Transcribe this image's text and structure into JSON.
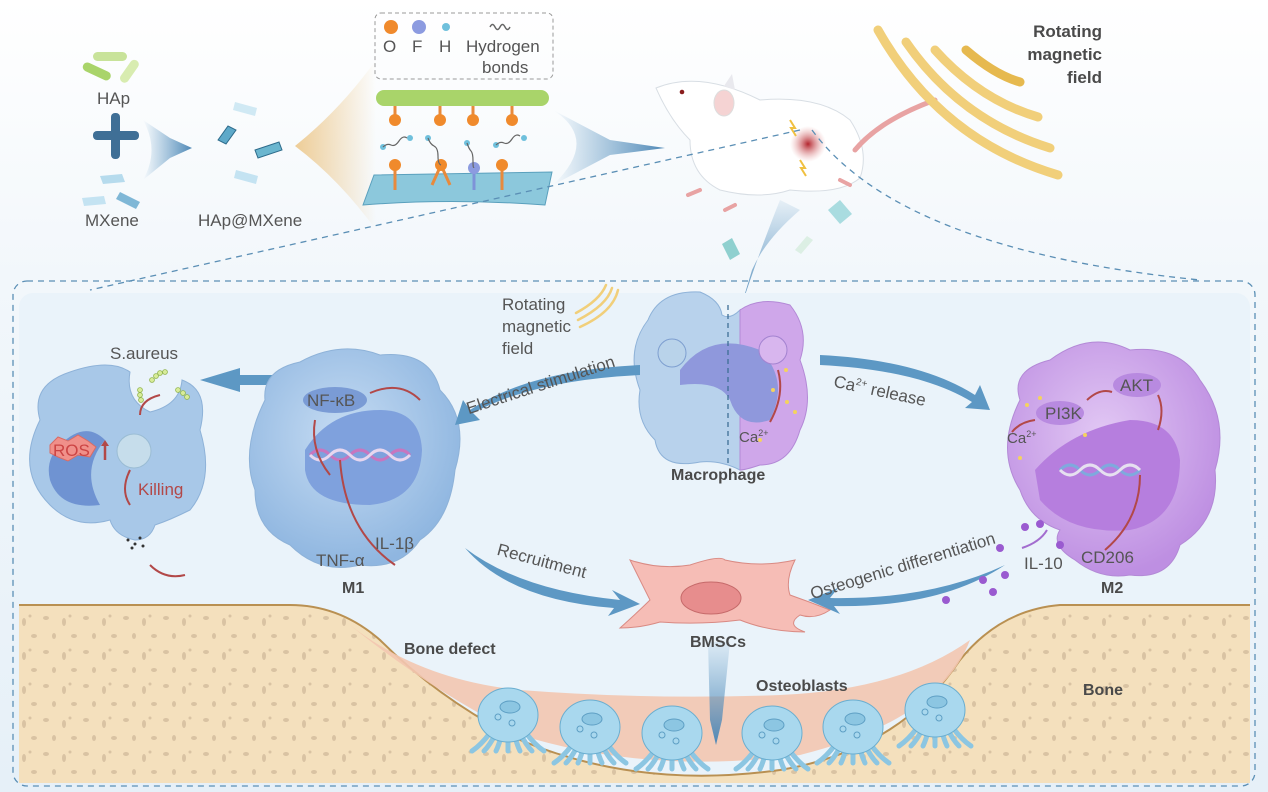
{
  "materials": {
    "hap_label": "HAp",
    "mxene_label": "MXene",
    "composite_label": "HAp@MXene",
    "plus_icon": "plus-icon"
  },
  "legend": {
    "items": [
      {
        "symbol": "orange-sphere",
        "label": "O",
        "color": "#f08a2c"
      },
      {
        "symbol": "blue-sphere",
        "label": "F",
        "color": "#8c9be0"
      },
      {
        "symbol": "small-cyan-sphere",
        "label": "H",
        "color": "#6fc0dc"
      },
      {
        "symbol": "wavy-line",
        "label": "Hydrogen bonds",
        "label_line1": "Hydrogen",
        "label_line2": "bonds"
      }
    ]
  },
  "top": {
    "rmf_label_line1": "Rotating",
    "rmf_label_line2": "magnetic",
    "rmf_label_line3": "field"
  },
  "center": {
    "rmf_label_line1": "Rotating",
    "rmf_label_line2": "magnetic",
    "rmf_label_line3": "field",
    "macrophage_label": "Macrophage",
    "ca_inner_label": "Ca",
    "ca_sup": "2+",
    "electrical_label": "Electrical stimulation",
    "ca_release_label": "Ca",
    "ca_release_sup": "2+",
    "ca_release_suffix": " release"
  },
  "left": {
    "saureus_label": "S.aureus",
    "ros_label": "ROS",
    "killing_label": "Killing"
  },
  "m1": {
    "title": "M1",
    "nfkb_label": "NF-κB",
    "tnf_label": "TNF-α",
    "il1b_label": "IL-1β"
  },
  "m2": {
    "title": "M2",
    "pi3k_label": "PI3K",
    "akt_label": "AKT",
    "ca_label": "Ca",
    "ca_sup": "2+",
    "cd206_label": "CD206",
    "il10_label": "IL-10"
  },
  "bottom": {
    "recruitment_label": "Recruitment",
    "osteo_diff_label": "Osteogenic differentiation",
    "bmsc_label": "BMSCs",
    "bone_defect_label": "Bone defect",
    "osteoblasts_label": "Osteoblasts",
    "bone_label": "Bone"
  },
  "colors": {
    "arrow_blue": "#5d98c4",
    "m1_blue": "#9fc1e6",
    "m2_purple": "#c79be6",
    "bone_tan": "#f4deb8",
    "defect_pink": "#f3c7b0",
    "magnet_gold": "#f1cf7a",
    "red_arrow": "#b24848",
    "osteoblast_cyan": "#9fd3ea"
  }
}
